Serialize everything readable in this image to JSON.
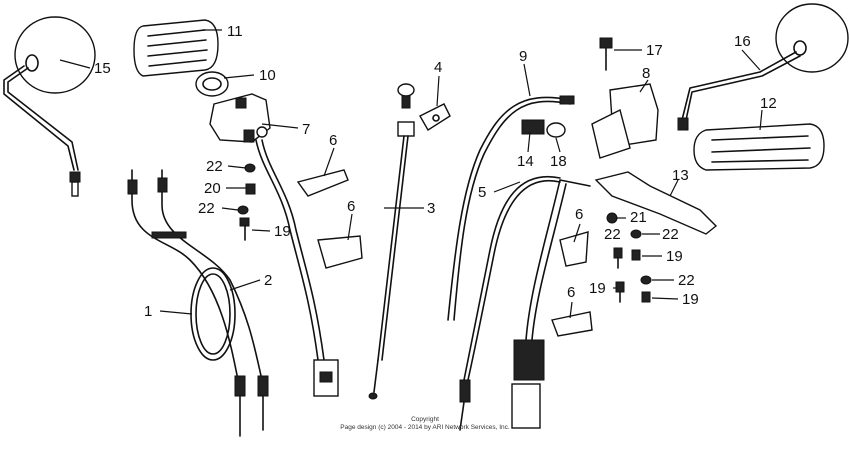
{
  "callouts": [
    {
      "id": "n1",
      "text": "1"
    },
    {
      "id": "n2",
      "text": "2"
    },
    {
      "id": "n3",
      "text": "3"
    },
    {
      "id": "n4",
      "text": "4"
    },
    {
      "id": "n5",
      "text": "5"
    },
    {
      "id": "n6a",
      "text": "6"
    },
    {
      "id": "n6b",
      "text": "6"
    },
    {
      "id": "n6c",
      "text": "6"
    },
    {
      "id": "n6d",
      "text": "6"
    },
    {
      "id": "n7",
      "text": "7"
    },
    {
      "id": "n8",
      "text": "8"
    },
    {
      "id": "n9",
      "text": "9"
    },
    {
      "id": "n10",
      "text": "10"
    },
    {
      "id": "n11",
      "text": "11"
    },
    {
      "id": "n12",
      "text": "12"
    },
    {
      "id": "n13",
      "text": "13"
    },
    {
      "id": "n14",
      "text": "14"
    },
    {
      "id": "n15",
      "text": "15"
    },
    {
      "id": "n16",
      "text": "16"
    },
    {
      "id": "n17",
      "text": "17"
    },
    {
      "id": "n18",
      "text": "18"
    },
    {
      "id": "n19a",
      "text": "19"
    },
    {
      "id": "n19b",
      "text": "19"
    },
    {
      "id": "n19c",
      "text": "19"
    },
    {
      "id": "n19d",
      "text": "19"
    },
    {
      "id": "n20",
      "text": "20"
    },
    {
      "id": "n21",
      "text": "21"
    },
    {
      "id": "n22a",
      "text": "22"
    },
    {
      "id": "n22b",
      "text": "22"
    },
    {
      "id": "n22c",
      "text": "22"
    },
    {
      "id": "n22d",
      "text": "22"
    }
  ],
  "copyright": {
    "line1": "Copyright",
    "line2": "Page design (c) 2004 - 2014 by ARI Network Services, Inc."
  },
  "colors": {
    "ink": "#111111",
    "background": "#ffffff"
  }
}
